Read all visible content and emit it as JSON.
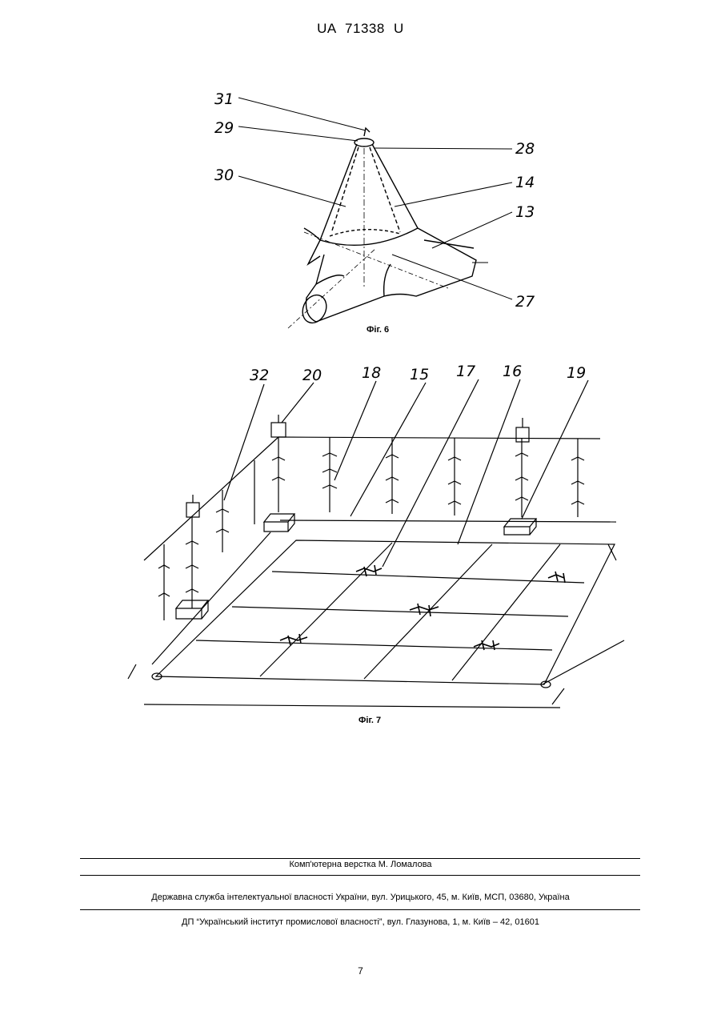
{
  "header": {
    "patent_number": "UA   71338   U"
  },
  "figure6": {
    "caption": "Фіг. 6",
    "labels": [
      "31",
      "29",
      "30",
      "28",
      "14",
      "13",
      "27"
    ]
  },
  "figure7": {
    "caption": "Фіг. 7",
    "labels": [
      "32",
      "20",
      "18",
      "15",
      "17",
      "16",
      "19"
    ]
  },
  "footer": {
    "layout_credit": "Комп'ютерна верстка М. Ломалова",
    "agency": "Державна служба інтелектуальної власності України, вул. Урицького, 45, м. Київ, МСП, 03680, Україна",
    "institute": "ДП “Український інститут промислової власності”, вул. Глазунова, 1, м. Київ – 42, 01601"
  },
  "page_number": "7"
}
